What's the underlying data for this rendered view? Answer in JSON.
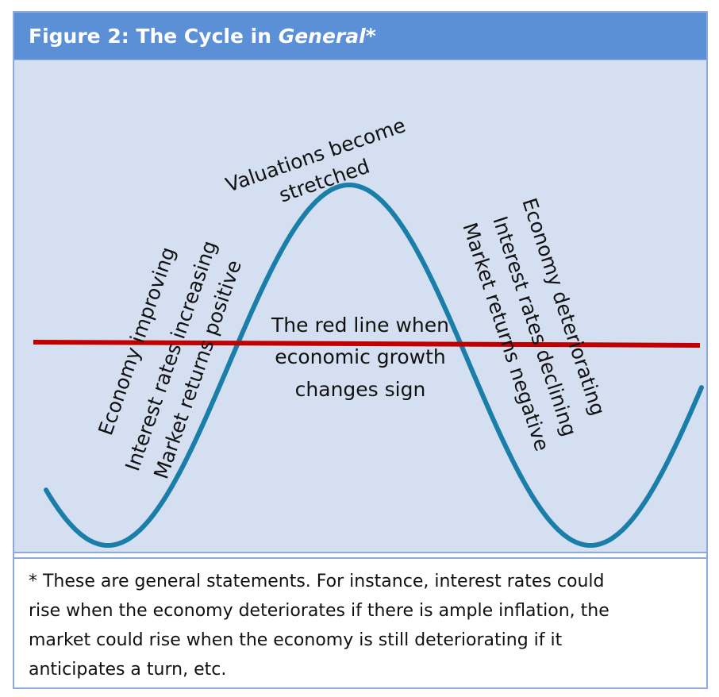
{
  "header": {
    "title_prefix": "Figure 2: The Cycle in ",
    "title_emphasis": "General*"
  },
  "diagram": {
    "labels": {
      "valuations": [
        "Valuations become",
        "stretched"
      ],
      "rising_phase": [
        "Economy improving",
        "Interest rates increasing",
        "Market returns positive"
      ],
      "falling_phase": [
        "Economy deteriorating",
        "Interest rates declining",
        "Market returns negative"
      ],
      "red_line": [
        "The red line when",
        "economic growth",
        "changes sign"
      ]
    },
    "colors": {
      "panel_background": "#d4e0f1",
      "curve": "#1a7ea8",
      "zero_line": "#c00000",
      "header": "#5b8fd6"
    }
  },
  "footnote": {
    "lines": [
      "* These are general statements. For instance, interest rates could",
      "rise when the economy deteriorates if there is ample inflation, the",
      "market could rise when the economy is still deteriorating if it",
      "anticipates a turn, etc."
    ]
  }
}
